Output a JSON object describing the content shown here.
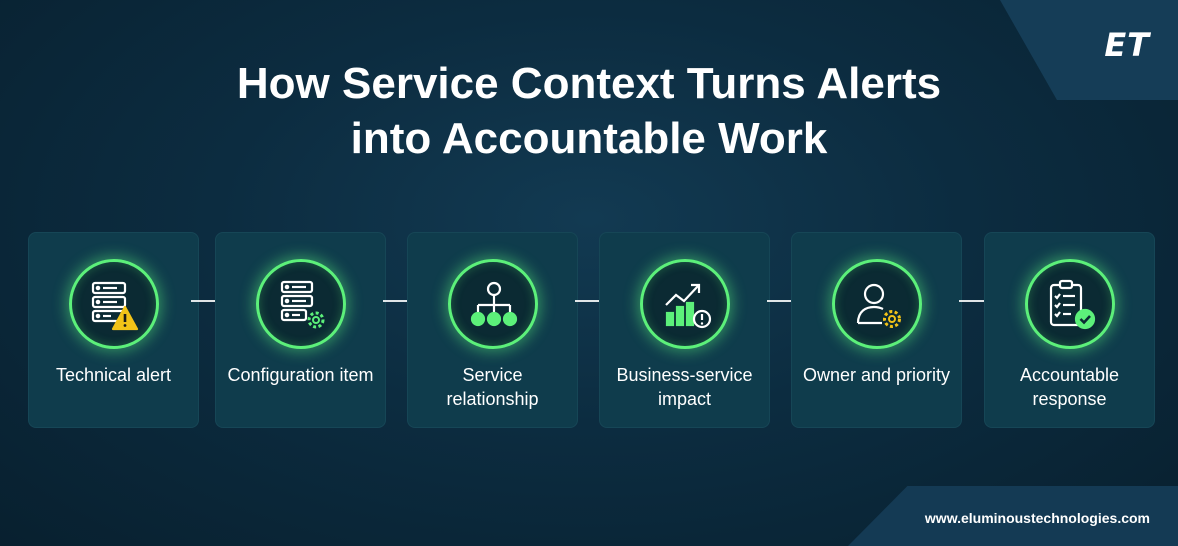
{
  "logo": "ET",
  "title_line1": "How Service Context Turns Alerts",
  "title_line2": "into Accountable Work",
  "steps": [
    {
      "label": "Technical alert",
      "icon": "server-warning-icon"
    },
    {
      "label": "Configuration item",
      "icon": "server-gear-icon"
    },
    {
      "label": "Service relationship",
      "icon": "hierarchy-icon"
    },
    {
      "label": "Business-service impact",
      "icon": "chart-alert-icon"
    },
    {
      "label": "Owner and priority",
      "icon": "user-gear-icon"
    },
    {
      "label": "Accountable response",
      "icon": "checklist-check-icon"
    }
  ],
  "footer_url": "www.eluminoustechnologies.com",
  "colors": {
    "accent": "#5cf07a",
    "background": "#0c2c40",
    "card": "#0f3c4c"
  }
}
